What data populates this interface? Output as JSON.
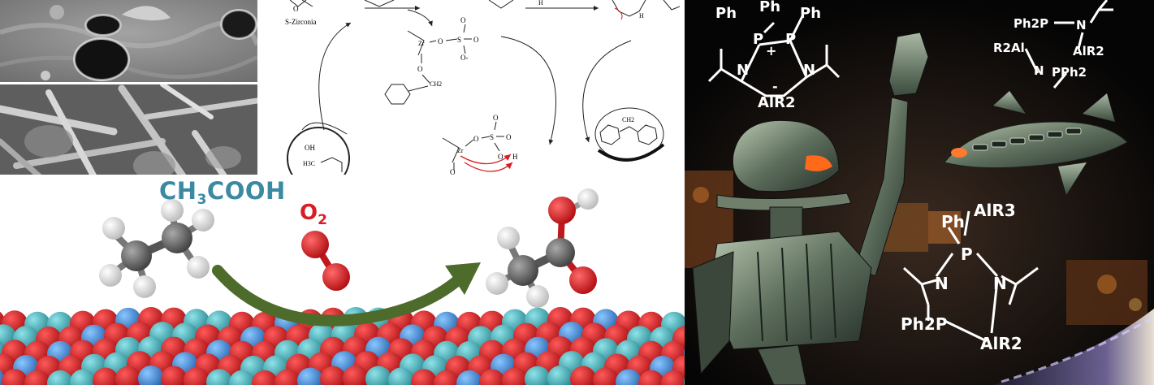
{
  "scheme": {
    "catalyst_label": "S-Zirconia",
    "arrow_label": "H",
    "zr": "Zr",
    "o": "O",
    "s": "S",
    "o_minus": "O-",
    "ch2": "CH2",
    "oh": "OH",
    "h3c": "H3C",
    "h": "H"
  },
  "reaction": {
    "product_prefix": "CH",
    "product_sub": "3",
    "product_suffix": "COOH",
    "oxidant_prefix": "O",
    "oxidant_sub": "2"
  },
  "poster": {
    "ph": "Ph",
    "p": "P",
    "n": "N",
    "plus": "+",
    "minus": "-",
    "air2": "AlR2",
    "air3": "AlR3",
    "ph2p": "Ph2P",
    "r2al": "R2Al",
    "pph2": "PPh2"
  },
  "colors": {
    "arrow": "#4d6b2a",
    "oxygen": "#d61e24",
    "carbon": "#6a6a6a",
    "hydrogen": "#f2f2f2",
    "surface_red": "#d8262a",
    "surface_teal": "#3aa6b0",
    "surface_blue": "#3f8fd0",
    "product_text": "#3b8aa2"
  }
}
